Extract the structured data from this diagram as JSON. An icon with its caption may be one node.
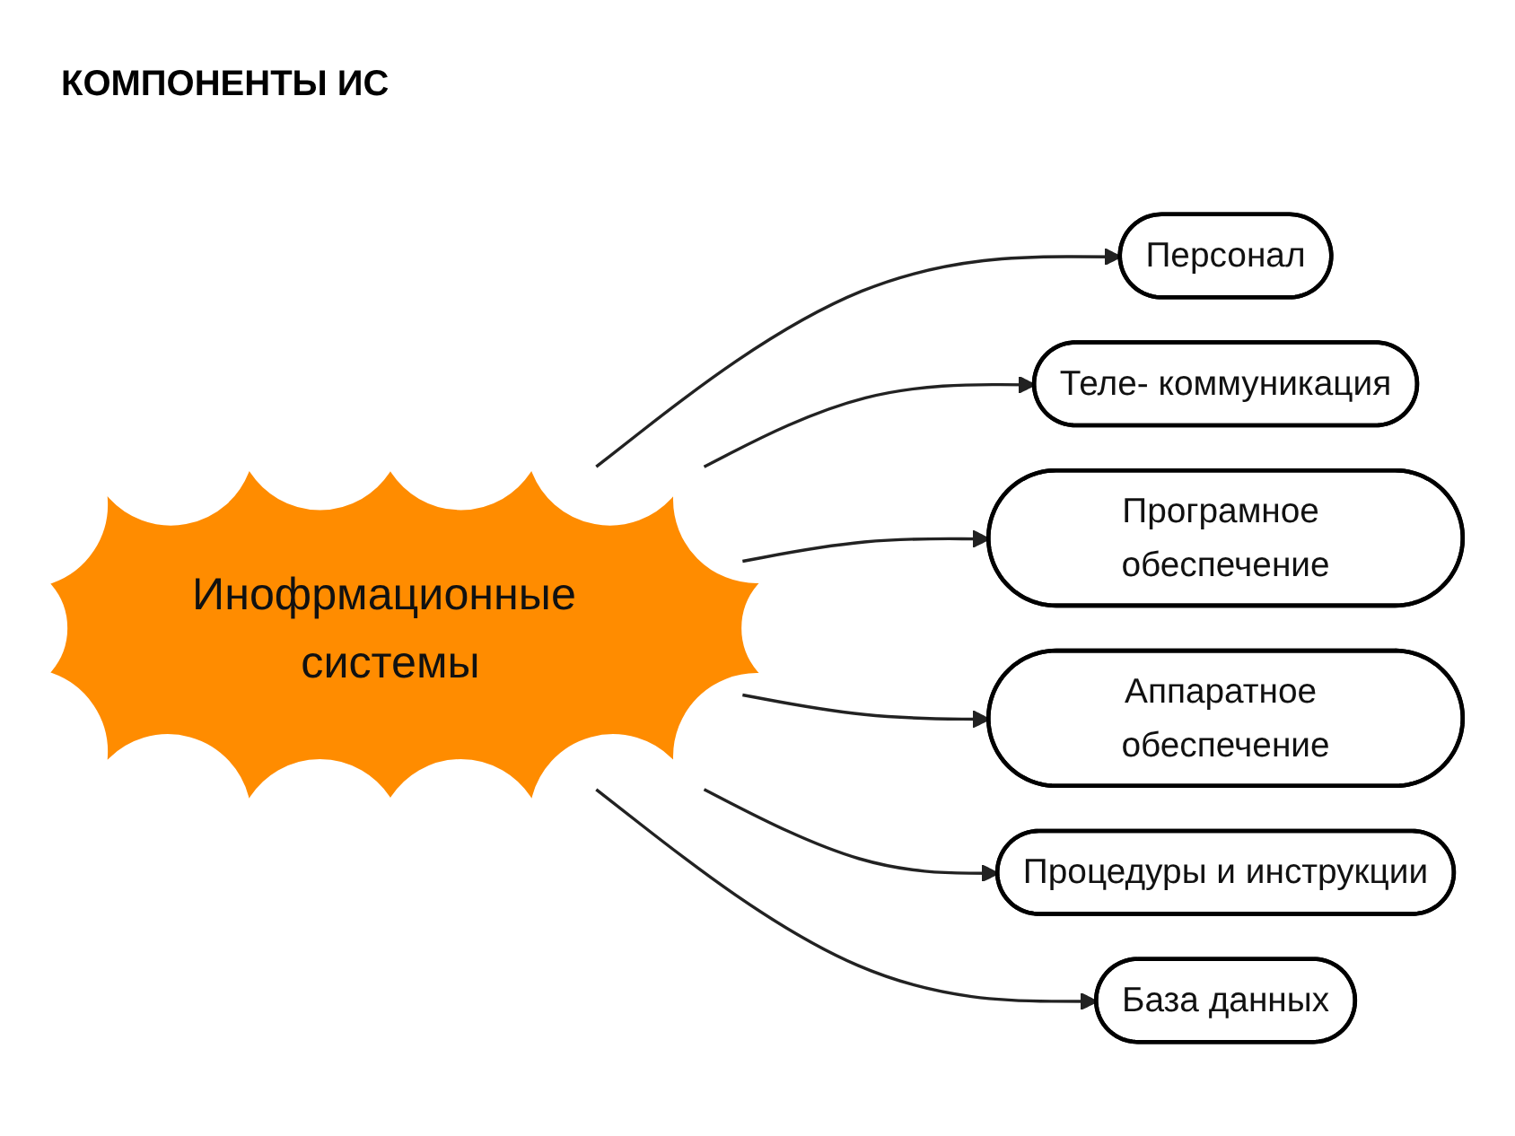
{
  "diagram": {
    "title": "КОМПОНЕНТЫ ИС",
    "nodes": [
      {
        "text": [
          "Инофрмационные системы"
        ]
      },
      {
        "text": [
          "Персонал"
        ]
      },
      {
        "text": [
          "Теле- коммуникация"
        ]
      },
      {
        "text": [
          "Програмное обеспечение"
        ]
      },
      {
        "text": [
          "Аппаратное обеспечение"
        ]
      },
      {
        "text": [
          "Процедуры и инструкции"
        ]
      },
      {
        "text": [
          "База данных"
        ]
      }
    ],
    "edges": [
      {
        "from": 0,
        "to": 1,
        "arrow": "to"
      },
      {
        "from": 0,
        "to": 2,
        "arrow": "to"
      },
      {
        "from": 0,
        "to": 3,
        "arrow": "to"
      },
      {
        "from": 0,
        "to": 4,
        "arrow": "to"
      },
      {
        "from": 0,
        "to": 5,
        "arrow": "to"
      },
      {
        "from": 0,
        "to": 6,
        "arrow": "to"
      }
    ]
  }
}
